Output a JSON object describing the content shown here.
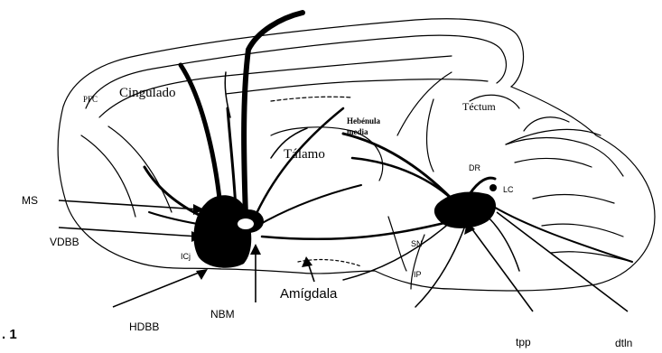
{
  "labels": {
    "pfc": "PFC",
    "cingulado": "Cingulado",
    "habenula": "Hebénula",
    "habenula_2": "media",
    "tectum": "Téctum",
    "talamo": "Tálamo",
    "dr": "DR",
    "lc": "LC",
    "ms": "MS",
    "vdbb": "VDBB",
    "ici": "ICj",
    "sn": "SN",
    "ip": "IP",
    "hdbb": "HDBB",
    "nbm": "NBM",
    "amigdala": "Amígdala",
    "tpp": "tpp",
    "dtln": "dtln",
    "fig_number": ". 1"
  },
  "colors": {
    "ink": "#000000",
    "paper": "#ffffff"
  }
}
